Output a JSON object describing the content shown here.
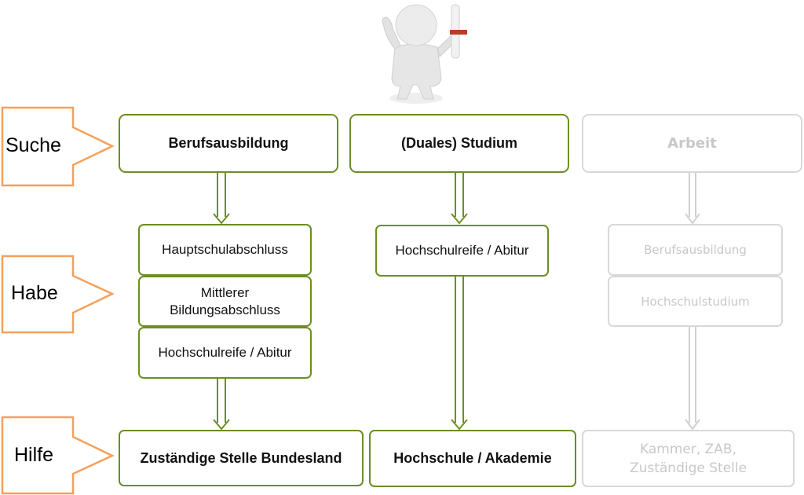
{
  "labels": {
    "suche": "Suche",
    "habe": "Habe",
    "hilfe": "Hilfe"
  },
  "columns": {
    "ausbildung": {
      "title": "Berufsausbildung",
      "requirements": [
        "Hauptschulabschluss",
        "Mittlerer Bildungsabschluss",
        "Hochschulreife / Abitur"
      ],
      "help": "Zuständige Stelle Bundesland"
    },
    "studium": {
      "title": "(Duales) Studium",
      "requirements": [
        "Hochschulreife / Abitur"
      ],
      "help": "Hochschule / Akademie"
    },
    "arbeit": {
      "title": "Arbeit",
      "requirements": [
        "Berufsausbildung",
        "Hochschulstudium"
      ],
      "help": "Kammer, ZAB, Zuständige Stelle"
    }
  },
  "colors": {
    "green": "#6b8e23",
    "orange": "#f5a05a",
    "faded": "#d8d8d8"
  }
}
